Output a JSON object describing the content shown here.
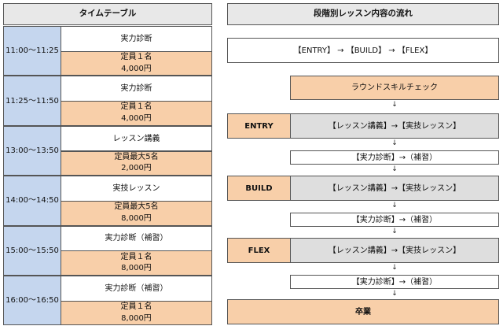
{
  "timetable": {
    "header": "タイムテーブル",
    "rows": [
      {
        "time": "11:00〜11:25",
        "lesson": "実力診断",
        "capacity": "定員１名",
        "price": "4,000円"
      },
      {
        "time": "11:25〜11:50",
        "lesson": "実力診断",
        "capacity": "定員１名",
        "price": "4,000円"
      },
      {
        "time": "13:00〜13:50",
        "lesson": "レッスン講義",
        "capacity": "定員最大5名",
        "price": "2,000円"
      },
      {
        "time": "14:00〜14:50",
        "lesson": "実技レッスン",
        "capacity": "定員最大5名",
        "price": "8,000円"
      },
      {
        "time": "15:00〜15:50",
        "lesson": "実力診断（補習）",
        "capacity": "定員１名",
        "price": "8,000円"
      },
      {
        "time": "16:00〜16:50",
        "lesson": "実力診断（補習）",
        "capacity": "定員１名",
        "price": "8,000円"
      }
    ]
  },
  "flow": {
    "header": "段階別レッスン内容の流れ",
    "overview": "【ENTRY】 → 【BUILD】 → 【FLEX】",
    "start": "ラウンドスキルチェック",
    "arrow": "↓",
    "stages": [
      {
        "label": "ENTRY",
        "lecture": "【レッスン講義】→【実技レッスン】",
        "review": "【実力診断】→（補習）"
      },
      {
        "label": "BUILD",
        "lecture": "【レッスン講義】→【実技レッスン】",
        "review": "【実力診断】→（補習）"
      },
      {
        "label": "FLEX",
        "lecture": "【レッスン講義】→【実技レッスン】",
        "review": "【実力診断】→（補習）"
      }
    ],
    "graduation": "卒業"
  }
}
